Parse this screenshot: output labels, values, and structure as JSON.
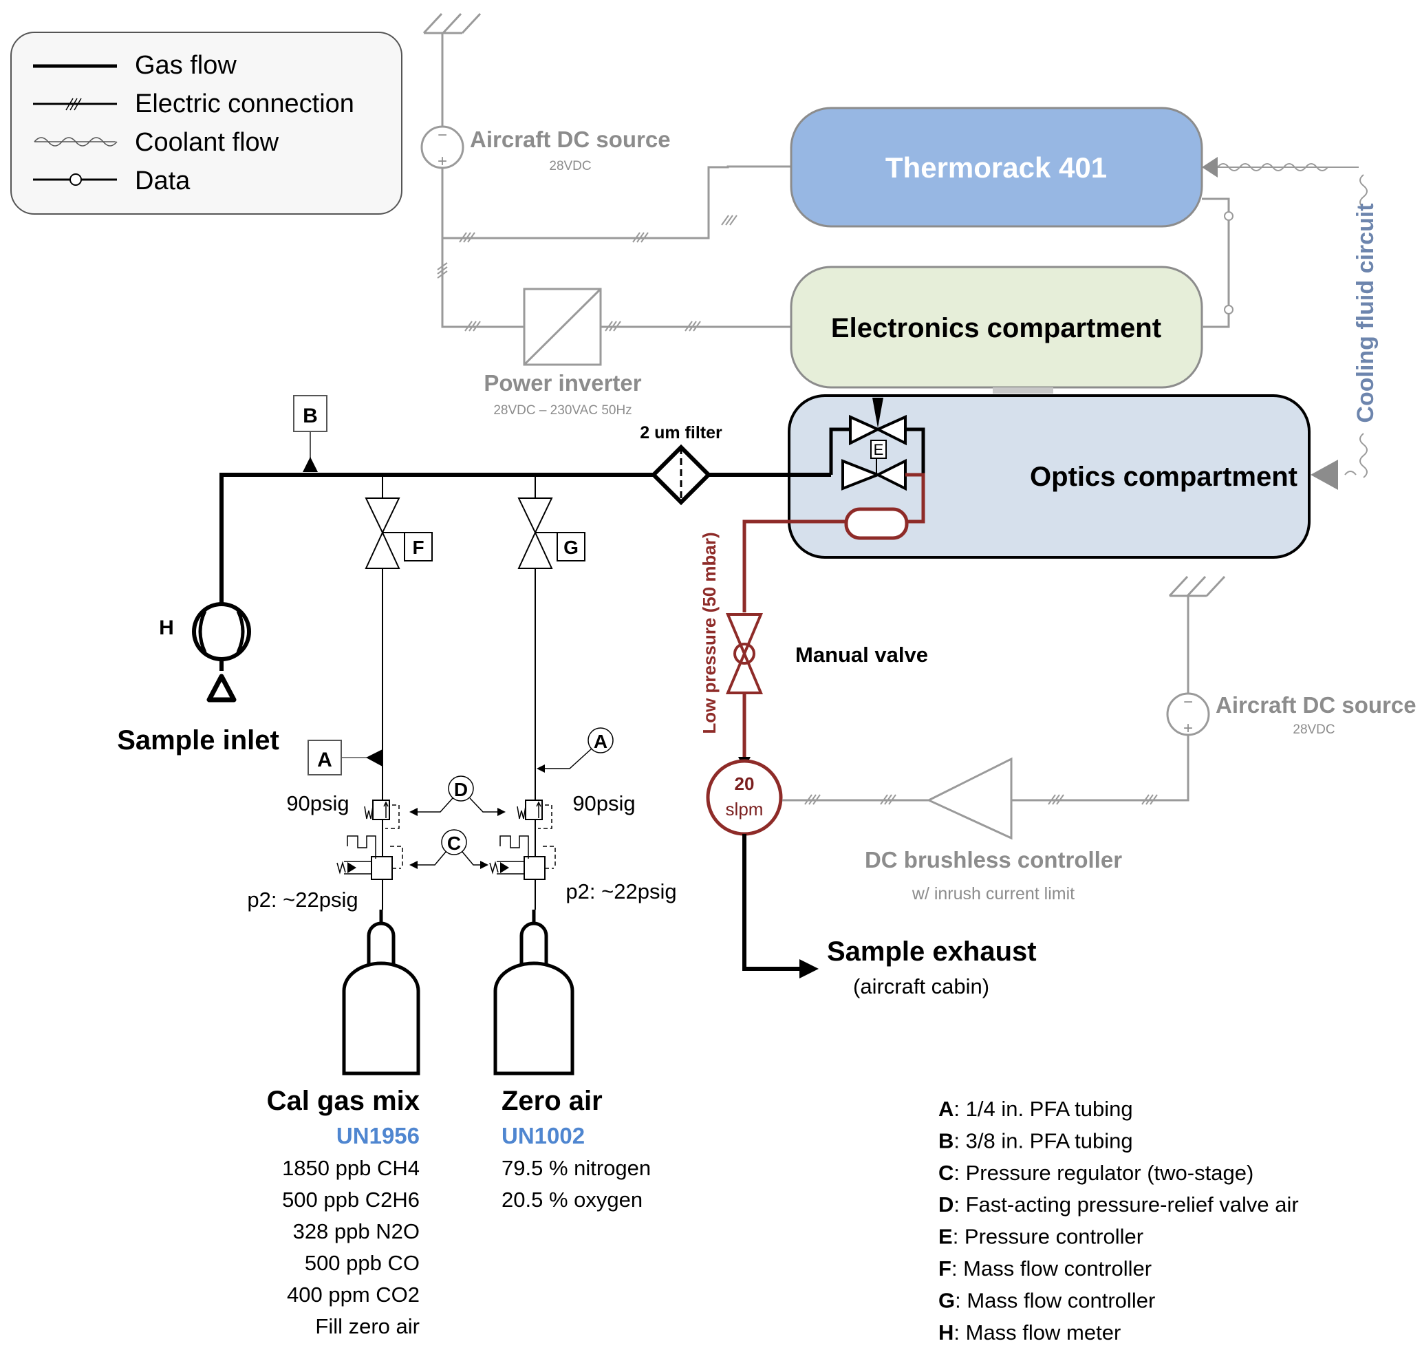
{
  "legend": {
    "items": [
      {
        "label": "Gas flow",
        "symbol": "solid-line"
      },
      {
        "label": "Electric connection",
        "symbol": "hatched-line"
      },
      {
        "label": "Coolant flow",
        "symbol": "wavy-line"
      },
      {
        "label": "Data",
        "symbol": "line-with-circle"
      }
    ]
  },
  "power": {
    "source_top": {
      "title": "Aircraft DC source",
      "subtitle": "28VDC",
      "minus": "−",
      "plus": "+"
    },
    "source_bottom": {
      "title": "Aircraft DC source",
      "subtitle": "28VDC",
      "minus": "−",
      "plus": "+"
    },
    "inverter": {
      "title": "Power inverter",
      "subtitle": "28VDC – 230VAC 50Hz"
    },
    "controller": {
      "title": "DC brushless controller",
      "subtitle": "w/ inrush current limit"
    }
  },
  "compartments": {
    "thermorack": {
      "label": "Thermorack 401",
      "fill": "#97b7e3"
    },
    "electronics": {
      "label": "Electronics compartment",
      "fill": "#e6eed9"
    },
    "optics": {
      "label": "Optics compartment",
      "fill": "#d6e0ec"
    }
  },
  "cooling": {
    "label": "Cooling fluid circuit"
  },
  "gas_path": {
    "filter_label": "2 um filter",
    "sample_inlet": "Sample inlet",
    "sample_exhaust": "Sample exhaust",
    "exhaust_sub": "(aircraft cabin)",
    "manual_valve": "Manual valve",
    "low_pressure": "Low pressure (50 mbar)",
    "pump_value": "20",
    "pump_unit": "slpm"
  },
  "tags": {
    "A": "A",
    "B": "B",
    "C": "C",
    "D": "D",
    "E": "E",
    "F": "F",
    "G": "G",
    "H": "H"
  },
  "pressures": {
    "left_relief": "90psig",
    "right_relief": "90psig",
    "left_p2": "p2: ~22psig",
    "right_p2": "p2: ~22psig"
  },
  "cylinders": {
    "cal": {
      "title": "Cal gas mix",
      "un": "UN1956",
      "lines": [
        "1850 ppb CH4",
        "500 ppb C2H6",
        "328 ppb N2O",
        "500 ppb CO",
        "400 ppm CO2",
        "Fill zero air"
      ]
    },
    "zero": {
      "title": "Zero air",
      "un": "UN1002",
      "lines": [
        "79.5 % nitrogen",
        "20.5 % oxygen"
      ]
    }
  },
  "key": [
    {
      "letter": "A",
      "text": ": 1/4 in. PFA tubing"
    },
    {
      "letter": "B",
      "text": ": 3/8 in. PFA tubing"
    },
    {
      "letter": "C",
      "text": ": Pressure regulator (two-stage)"
    },
    {
      "letter": "D",
      "text": ": Fast-acting pressure-relief valve air"
    },
    {
      "letter": "E",
      "text": ": Pressure controller"
    },
    {
      "letter": "F",
      "text": ": Mass flow controller"
    },
    {
      "letter": "G",
      "text": ": Mass flow controller"
    },
    {
      "letter": "H",
      "text": ": Mass flow meter"
    }
  ]
}
